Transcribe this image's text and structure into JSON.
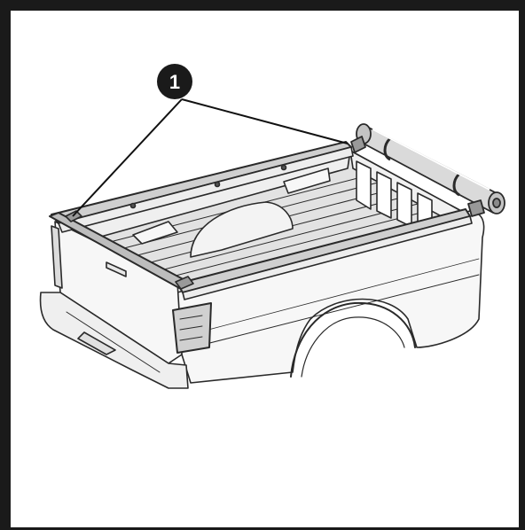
{
  "figure": {
    "callout": {
      "number": "1"
    }
  },
  "colors": {
    "frame": "#1a1a1a",
    "line": "#2a2a2a",
    "truck_fill": "#f7f7f7",
    "bed_floor": "#e2e2e2",
    "callout_fill": "#1a1a1a"
  },
  "icons": {
    "callout": "numbered-callout-circle",
    "truck": "pickup-truck-bed-illustration",
    "rolled_tonneau": "rolled-tonneau-cover"
  }
}
